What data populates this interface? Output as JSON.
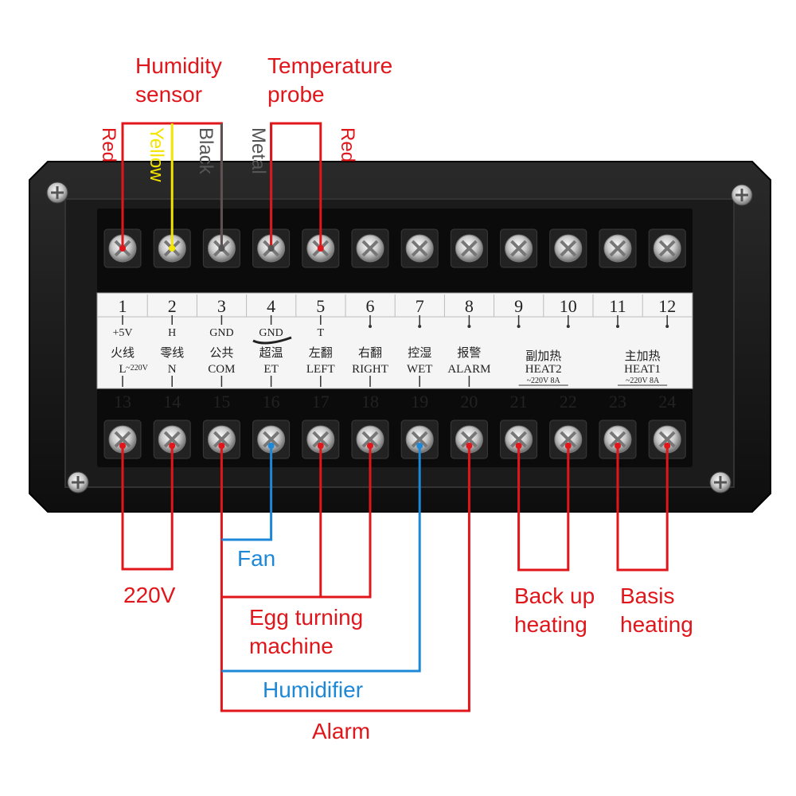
{
  "colors": {
    "wire_red": "#e0161b",
    "wire_blue": "#1e88d8",
    "wire_yellow": "#f4e400",
    "wire_gray": "#555555",
    "housing": "#141414",
    "terminal_strip": "#0d0d0d",
    "label_panel": "#f5f5f5"
  },
  "callouts": {
    "humidity_sensor": [
      "Humidity",
      "sensor"
    ],
    "temperature_probe": [
      "Temperature",
      "probe"
    ],
    "fan": "Fan",
    "power": "220V",
    "egg_turning": [
      "Egg turning",
      "machine"
    ],
    "humidifier": "Humidifier",
    "alarm": "Alarm",
    "backup_heating": [
      "Back up",
      "heating"
    ],
    "basis_heating": [
      "Basis",
      "heating"
    ]
  },
  "wire_labels": {
    "red_1": "Red",
    "yellow": "Yellow",
    "black": "Black",
    "metal": "Metal",
    "red_5": "Red"
  },
  "top_terminals": [
    {
      "num": "1",
      "sig": "+5V"
    },
    {
      "num": "2",
      "sig": "H"
    },
    {
      "num": "3",
      "sig": "GND"
    },
    {
      "num": "4",
      "sig": "GND"
    },
    {
      "num": "5",
      "sig": "T"
    },
    {
      "num": "6",
      "sig": ""
    },
    {
      "num": "7",
      "sig": ""
    },
    {
      "num": "8",
      "sig": ""
    },
    {
      "num": "9",
      "sig": ""
    },
    {
      "num": "10",
      "sig": ""
    },
    {
      "num": "11",
      "sig": ""
    },
    {
      "num": "12",
      "sig": ""
    }
  ],
  "bottom_terminals": [
    {
      "num": "13"
    },
    {
      "num": "14"
    },
    {
      "num": "15"
    },
    {
      "num": "16"
    },
    {
      "num": "17"
    },
    {
      "num": "18"
    },
    {
      "num": "19"
    },
    {
      "num": "20"
    },
    {
      "num": "21"
    },
    {
      "num": "22"
    },
    {
      "num": "23"
    },
    {
      "num": "24"
    }
  ],
  "function_labels": [
    {
      "cn": "火线",
      "en": "L"
    },
    {
      "cn": "零线",
      "en": "N"
    },
    {
      "cn": "公共",
      "en": "COM"
    },
    {
      "cn": "超温",
      "en": "ET"
    },
    {
      "cn": "左翻",
      "en": "LEFT"
    },
    {
      "cn": "右翻",
      "en": "RIGHT"
    },
    {
      "cn": "控湿",
      "en": "WET"
    },
    {
      "cn": "报警",
      "en": "ALARM"
    }
  ],
  "heat_labels": {
    "heat2": {
      "cn": "副加热",
      "en": "HEAT2",
      "rating": "~220V 8A"
    },
    "heat1": {
      "cn": "主加热",
      "en": "HEAT1",
      "rating": "~220V 8A"
    }
  },
  "power_rating": "~220V"
}
